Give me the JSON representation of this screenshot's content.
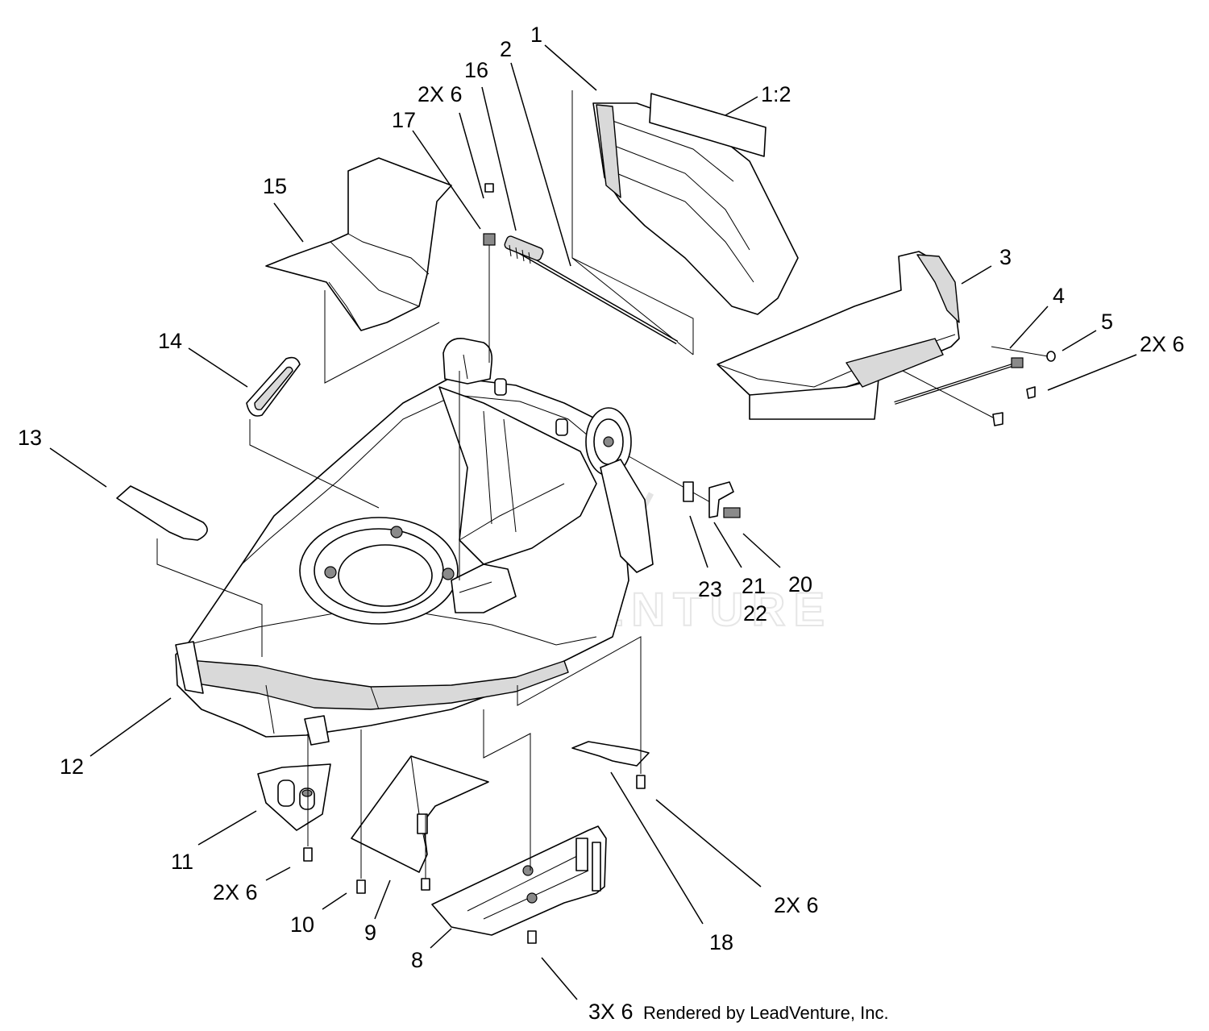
{
  "callouts": [
    {
      "id": "c1",
      "text": "1"
    },
    {
      "id": "c1-2",
      "text": "1:2"
    },
    {
      "id": "c2",
      "text": "2"
    },
    {
      "id": "c16",
      "text": "16"
    },
    {
      "id": "c2x6-top",
      "text": "2X 6"
    },
    {
      "id": "c17",
      "text": "17"
    },
    {
      "id": "c15",
      "text": "15"
    },
    {
      "id": "c3",
      "text": "3"
    },
    {
      "id": "c4",
      "text": "4"
    },
    {
      "id": "c5",
      "text": "5"
    },
    {
      "id": "c2x6-right",
      "text": "2X 6"
    },
    {
      "id": "c14",
      "text": "14"
    },
    {
      "id": "c13",
      "text": "13"
    },
    {
      "id": "c23",
      "text": "23"
    },
    {
      "id": "c21",
      "text": "21"
    },
    {
      "id": "c22",
      "text": "22"
    },
    {
      "id": "c20",
      "text": "20"
    },
    {
      "id": "c12",
      "text": "12"
    },
    {
      "id": "c11",
      "text": "11"
    },
    {
      "id": "c2x6-left",
      "text": "2X 6"
    },
    {
      "id": "c10",
      "text": "10"
    },
    {
      "id": "c9",
      "text": "9"
    },
    {
      "id": "c8",
      "text": "8"
    },
    {
      "id": "c18",
      "text": "18"
    },
    {
      "id": "c2x6-bottom",
      "text": "2X 6"
    },
    {
      "id": "c3x6",
      "text": "3X 6"
    }
  ],
  "credit": "Rendered by LeadVenture, Inc.",
  "watermark": "LEADVENTURE"
}
